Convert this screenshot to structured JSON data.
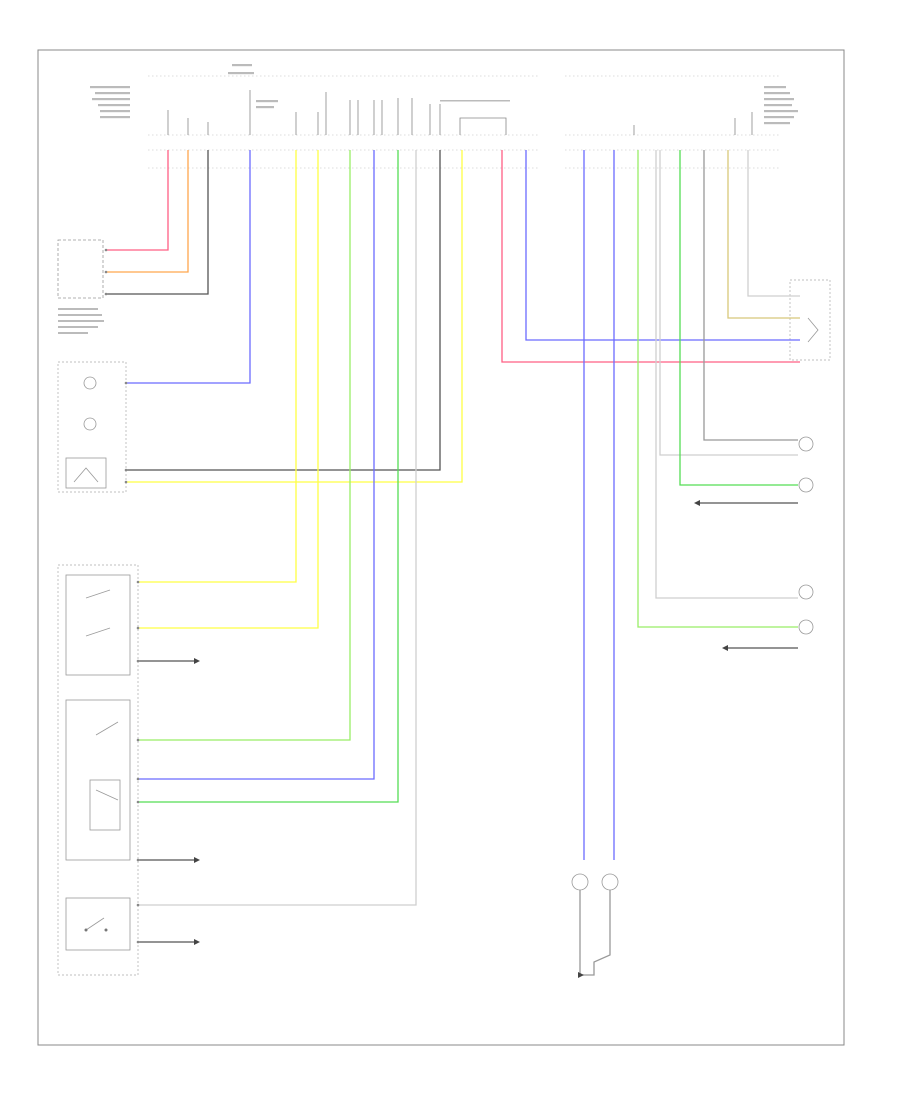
{
  "footer": {
    "code": ""
  },
  "colors": {
    "red": "#ff5f84",
    "orange": "#ffa64d",
    "black": "#555555",
    "blue": "#6b6bff",
    "yellow": "#ffff44",
    "gray": "#999999",
    "green": "#55dd55",
    "light_green": "#99ee66",
    "tan": "#d8c87a",
    "white": "#cfcfcf"
  },
  "components": [
    {
      "id": "body-control-module",
      "label": ""
    },
    {
      "id": "instrument-cluster",
      "label": ""
    },
    {
      "id": "power-window-switch",
      "label": ""
    },
    {
      "id": "mirror-switch",
      "label": ""
    },
    {
      "id": "door-switch",
      "label": ""
    },
    {
      "id": "rear-combination-lamp",
      "label": ""
    },
    {
      "id": "left-turn-lamp",
      "label": ""
    },
    {
      "id": "right-turn-lamp",
      "label": ""
    },
    {
      "id": "license-lamp",
      "label": ""
    }
  ]
}
